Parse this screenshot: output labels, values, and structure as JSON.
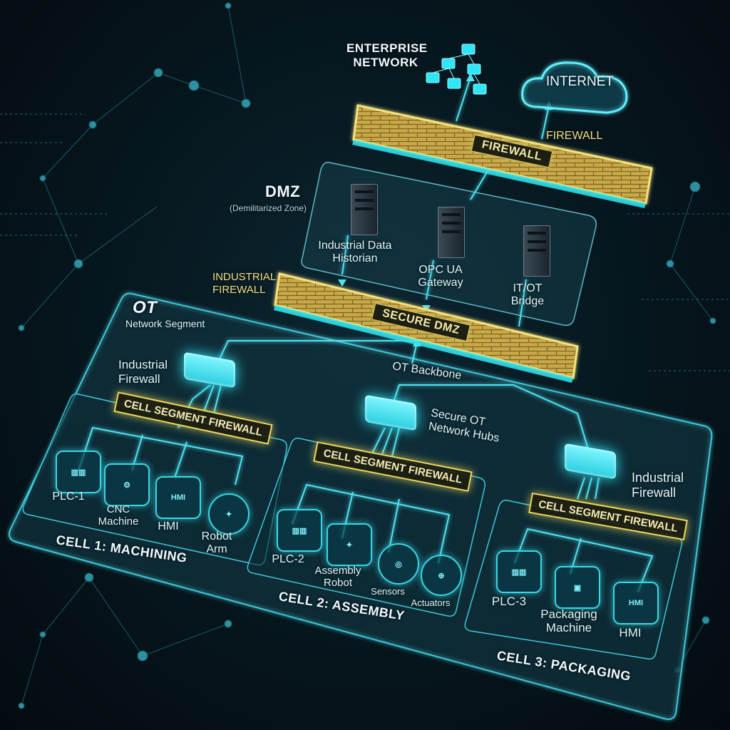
{
  "enterprise": {
    "label": "ENTERPRISE NETWORK"
  },
  "internet": {
    "label": "INTERNET"
  },
  "firewall_top": {
    "side_label": "FIREWALL",
    "tag": "FIREWALL"
  },
  "dmz": {
    "title": "DMZ",
    "subtitle": "(Demilitarized Zone)",
    "servers": [
      {
        "label": "Industrial Data Historian"
      },
      {
        "label": "OPC UA Gateway"
      },
      {
        "label": "IT/OT Bridge"
      }
    ]
  },
  "industrial_firewall_label": "INDUSTRIAL FIREWALL",
  "secure_dmz_tag": "SECURE DMZ",
  "ot": {
    "title": "OT",
    "subtitle": "Network Segment",
    "backbone": "OT Backbone",
    "hubs_label": "Secure OT Network Hubs",
    "industrial_firewall_left": "Industrial Firewall",
    "industrial_firewall_right": "Industrial Firewall"
  },
  "cells": [
    {
      "title": "CELL 1: MACHINING",
      "firewall": "CELL SEGMENT FIREWALL",
      "devices": [
        {
          "label": "PLC-1",
          "icon": "plc-icon"
        },
        {
          "label": "CNC Machine",
          "icon": "cnc-icon"
        },
        {
          "label": "HMI",
          "icon": "hmi-icon"
        },
        {
          "label": "Robot Arm",
          "icon": "robot-arm-icon"
        }
      ]
    },
    {
      "title": "CELL 2: ASSEMBLY",
      "firewall": "CELL SEGMENT FIREWALL",
      "devices": [
        {
          "label": "PLC-2",
          "icon": "plc-icon"
        },
        {
          "label": "Assembly Robot",
          "icon": "robot-icon"
        },
        {
          "label": "Sensors",
          "icon": "sensor-icon"
        },
        {
          "label": "Actuators",
          "icon": "actuator-icon"
        }
      ]
    },
    {
      "title": "CELL 3: PACKAGING",
      "firewall": "CELL SEGMENT FIREWALL",
      "devices": [
        {
          "label": "PLC-3",
          "icon": "plc-icon"
        },
        {
          "label": "Packaging Machine",
          "icon": "packaging-icon"
        },
        {
          "label": "HMI",
          "icon": "hmi-icon"
        }
      ]
    }
  ],
  "colors": {
    "accent": "#39d6e6",
    "firewall": "#e9d56a",
    "background": "#05121a"
  }
}
